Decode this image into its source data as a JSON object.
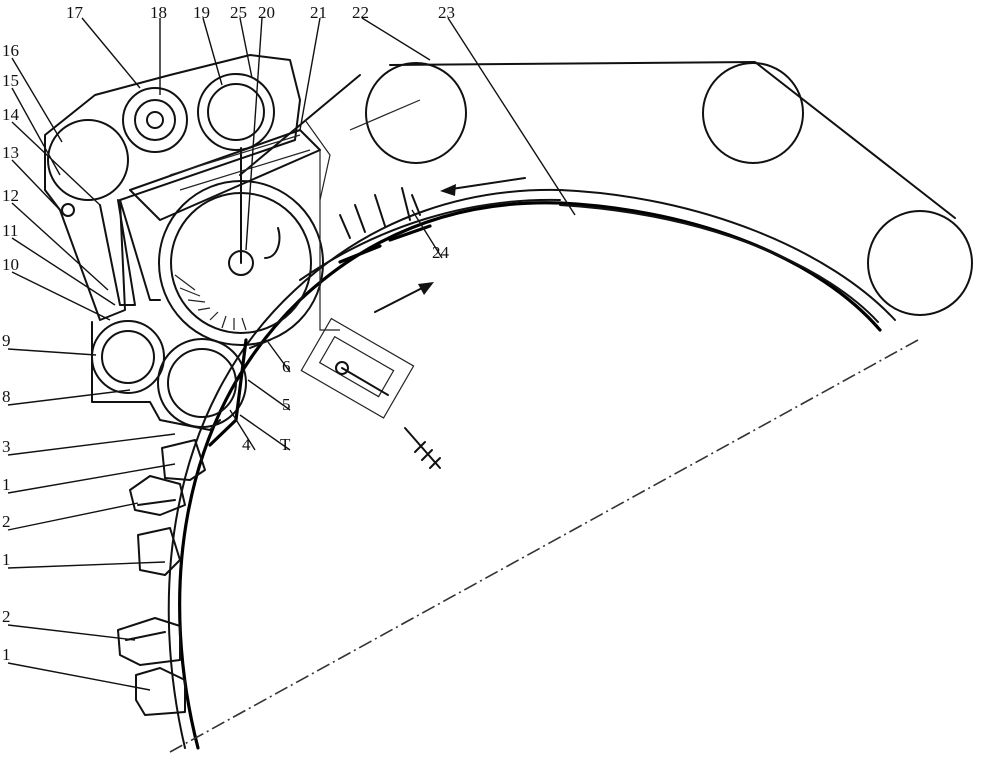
{
  "labels": [
    {
      "id": "l17",
      "text": "17"
    },
    {
      "id": "l18",
      "text": "18"
    },
    {
      "id": "l19",
      "text": "19"
    },
    {
      "id": "l25",
      "text": "25"
    },
    {
      "id": "l20",
      "text": "20"
    },
    {
      "id": "l21",
      "text": "21"
    },
    {
      "id": "l22",
      "text": "22"
    },
    {
      "id": "l23",
      "text": "23"
    },
    {
      "id": "l16",
      "text": "16"
    },
    {
      "id": "l15",
      "text": "15"
    },
    {
      "id": "l14",
      "text": "14"
    },
    {
      "id": "l13",
      "text": "13"
    },
    {
      "id": "l12",
      "text": "12"
    },
    {
      "id": "l11",
      "text": "11"
    },
    {
      "id": "l10",
      "text": "10"
    },
    {
      "id": "l9",
      "text": "9"
    },
    {
      "id": "l8",
      "text": "8"
    },
    {
      "id": "l3",
      "text": "3"
    },
    {
      "id": "l1a",
      "text": "1"
    },
    {
      "id": "l2a",
      "text": "2"
    },
    {
      "id": "l1b",
      "text": "1"
    },
    {
      "id": "l2b",
      "text": "2"
    },
    {
      "id": "l1c",
      "text": "1"
    },
    {
      "id": "l4",
      "text": "4"
    },
    {
      "id": "lT",
      "text": "T"
    },
    {
      "id": "l5",
      "text": "5"
    },
    {
      "id": "l6",
      "text": "6"
    },
    {
      "id": "l24",
      "text": "24"
    }
  ]
}
